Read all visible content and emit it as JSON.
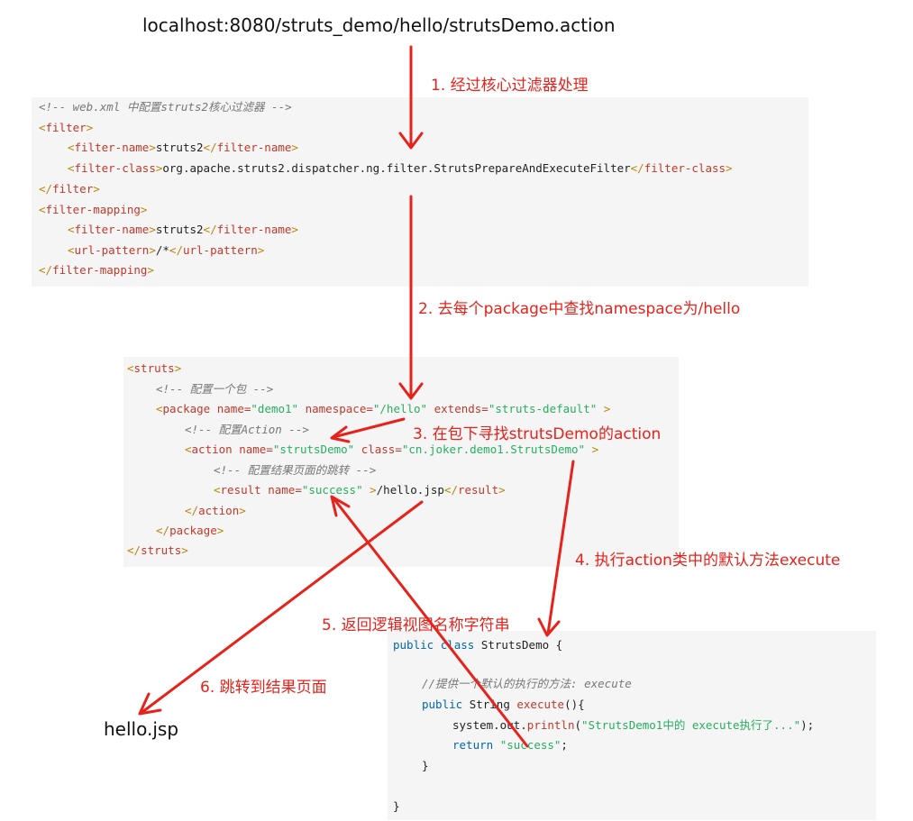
{
  "url": "localhost:8080/struts_demo/hello/strutsDemo.action",
  "result_page": "hello.jsp",
  "steps": {
    "s1": "1. 经过核心过滤器处理",
    "s2": "2. 去每个package中查找namespace为/hello",
    "s3": "3. 在包下寻找strutsDemo的action",
    "s4": "4. 执行action类中的默认方法execute",
    "s5": "5. 返回逻辑视图名称字符串",
    "s6": "6. 跳转到结果页面"
  },
  "webxml": {
    "comment": "<!-- web.xml 中配置struts2核心过滤器 -->",
    "filter_open": "filter",
    "filter_name_tag": "filter-name",
    "filter_name_val": "struts2",
    "filter_class_tag": "filter-class",
    "filter_class_val": "org.apache.struts2.dispatcher.ng.filter.StrutsPrepareAndExecuteFilter",
    "mapping_tag": "filter-mapping",
    "url_pattern_tag": "url-pattern",
    "url_pattern_val": "/*"
  },
  "struts": {
    "root_tag": "struts",
    "comment_package": "<!-- 配置一个包 -->",
    "package_tag": "package",
    "package_name_attr": "name=",
    "package_name_val": "\"demo1\"",
    "namespace_attr": "namespace=",
    "namespace_val": "\"/hello\"",
    "extends_attr": "extends=",
    "extends_val": "\"struts-default\"",
    "comment_action": "<!-- 配置Action -->",
    "action_tag": "action",
    "action_name_attr": "name=",
    "action_name_val": "\"strutsDemo\"",
    "class_attr": "class=",
    "class_val": "\"cn.joker.demo1.StrutsDemo\"",
    "comment_result": "<!-- 配置结果页面的跳转 -->",
    "result_tag": "result",
    "result_name_attr": "name=",
    "result_name_val": "\"success\"",
    "result_val": "/hello.jsp"
  },
  "java": {
    "kw_public": "public",
    "kw_class": "class",
    "class_name": "StrutsDemo {",
    "comment": "//提供一个默认的执行的方法: execute",
    "method_type": "String",
    "method_name": "execute",
    "method_paren": "(){",
    "sys": "system.out.",
    "println": "println",
    "print_arg": "\"StrutsDemo1中的 execute执行了...\"",
    "print_end": ");",
    "kw_return": "return",
    "return_val": "\"success\"",
    "semi": ";",
    "close_inner": "}",
    "close_outer": "}"
  },
  "colors": {
    "arrow": "#e6221b",
    "code_bg": "#f5f5f5"
  }
}
